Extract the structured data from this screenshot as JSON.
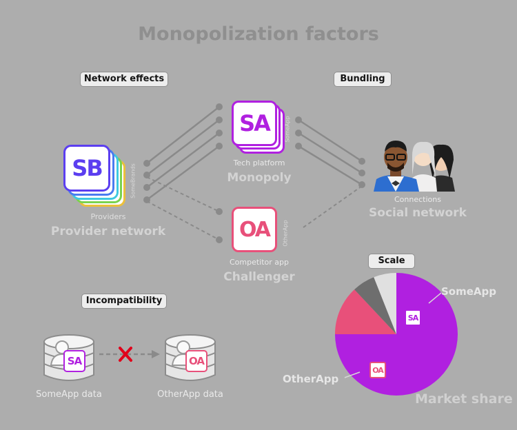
{
  "title": "Monopolization factors",
  "badges": {
    "network_effects": "Network effects",
    "bundling": "Bundling",
    "scale": "Scale",
    "incompatibility": "Incompatibility"
  },
  "provider": {
    "logo": "SB",
    "vertical": "SomeBrands",
    "small": "Providers",
    "big": "Provider network"
  },
  "platform": {
    "logo": "SA",
    "vertical": "SomeApp",
    "small": "Tech platform",
    "big": "Monopoly"
  },
  "challenger": {
    "logo": "OA",
    "vertical": "OtherApp",
    "small": "Competitor app",
    "big": "Challenger"
  },
  "social": {
    "small": "Connections",
    "big": "Social network"
  },
  "data": {
    "someapp_label": "SomeApp data",
    "otherapp_label": "OtherApp data",
    "someapp_logo": "SA",
    "otherapp_logo": "OA"
  },
  "market": {
    "label": "Market share",
    "someapp_label": "SomeApp",
    "otherapp_label": "OtherApp",
    "someapp_logo": "SA",
    "otherapp_logo": "OA"
  },
  "chart_data": {
    "type": "pie",
    "slices": [
      {
        "name": "SomeApp",
        "value": 0.75,
        "color": "#b020e0"
      },
      {
        "name": "OtherApp",
        "value": 0.13,
        "color": "#e8507a"
      },
      {
        "name": "",
        "value": 0.06,
        "color": "#6e6e6e"
      },
      {
        "name": "",
        "value": 0.06,
        "color": "#e0e0e0"
      }
    ]
  },
  "colors": {
    "someapp": "#b020e0",
    "otherapp": "#e8507a",
    "somebrands": "#5b3ef0",
    "blocked": "#e0001a"
  }
}
